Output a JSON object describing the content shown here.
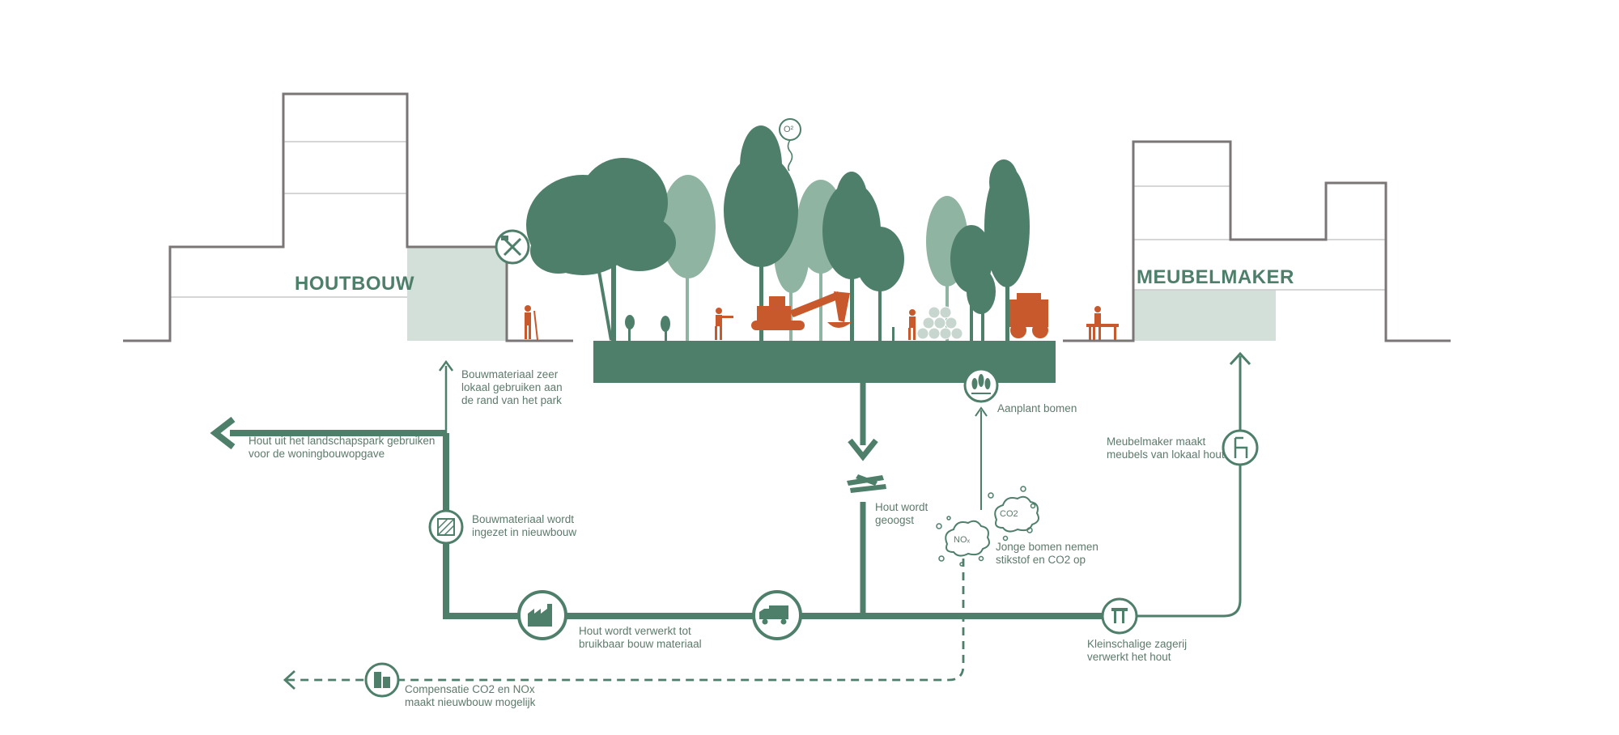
{
  "buildings": {
    "left_title": "HOUTBOUW",
    "right_title": "MEUBELMAKER"
  },
  "icons": {
    "o2": "O²",
    "co2": "CO2",
    "nox": "NOₓ"
  },
  "labels": {
    "bouwmateriaal_lokaal": [
      "Bouwmateriaal zeer",
      "lokaal gebruiken aan",
      "de rand van het park"
    ],
    "hout_landschapspark": [
      "Hout uit het landschapspark gebruiken",
      "voor de woningbouwopgave"
    ],
    "bouwmateriaal_nieuwbouw": [
      "Bouwmateriaal wordt",
      "ingezet in nieuwbouw"
    ],
    "hout_verwerkt": [
      "Hout wordt verwerkt tot",
      "bruikbaar bouw materiaal"
    ],
    "hout_geoogst": [
      "Hout wordt",
      "geoogst"
    ],
    "aanplant_bomen": [
      "Aanplant bomen"
    ],
    "jonge_bomen": [
      "Jonge bomen nemen",
      "stikstof en CO2 op"
    ],
    "meubelmaker_maakt": [
      "Meubelmaker maakt",
      "meubels van lokaal hout"
    ],
    "kleinschalige_zagerij": [
      "Kleinschalige zagerij",
      "verwerkt het hout"
    ],
    "compensatie": [
      "Compensatie CO2 en NOx",
      "maakt nieuwbouw mogelijk"
    ]
  },
  "colors": {
    "green": "#4e7f6b",
    "light_green": "#8fb5a2",
    "pale_green": "#d3e0d9",
    "orange": "#c8592c",
    "grey": "#7a7676",
    "text": "#5d7a6c"
  }
}
